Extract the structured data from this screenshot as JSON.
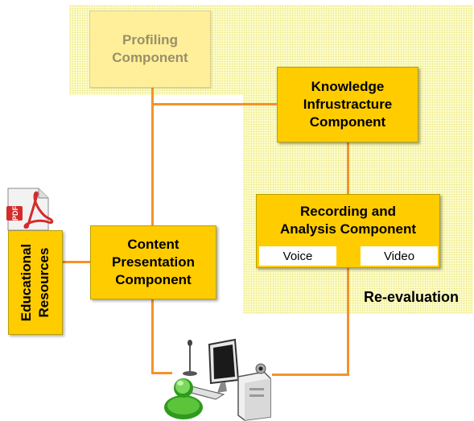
{
  "diagram": {
    "profiling": "Profiling\nComponent",
    "knowledge": "Knowledge\nInfrustracture\nComponent",
    "recording": "Recording and\nAnalysis Component",
    "voice": "Voice",
    "video": "Video",
    "content": "Content\nPresentation\nComponent",
    "educational": "Educational\nResources",
    "reevaluation": "Re-evaluation",
    "pdf_badge": "PDF"
  },
  "colors": {
    "box": "#ffcc00",
    "connector": "#f5922b",
    "region": "#ffffcc"
  },
  "icons": [
    "pdf-file-icon",
    "user-icon",
    "computer-icon",
    "microphone-icon",
    "webcam-icon"
  ]
}
